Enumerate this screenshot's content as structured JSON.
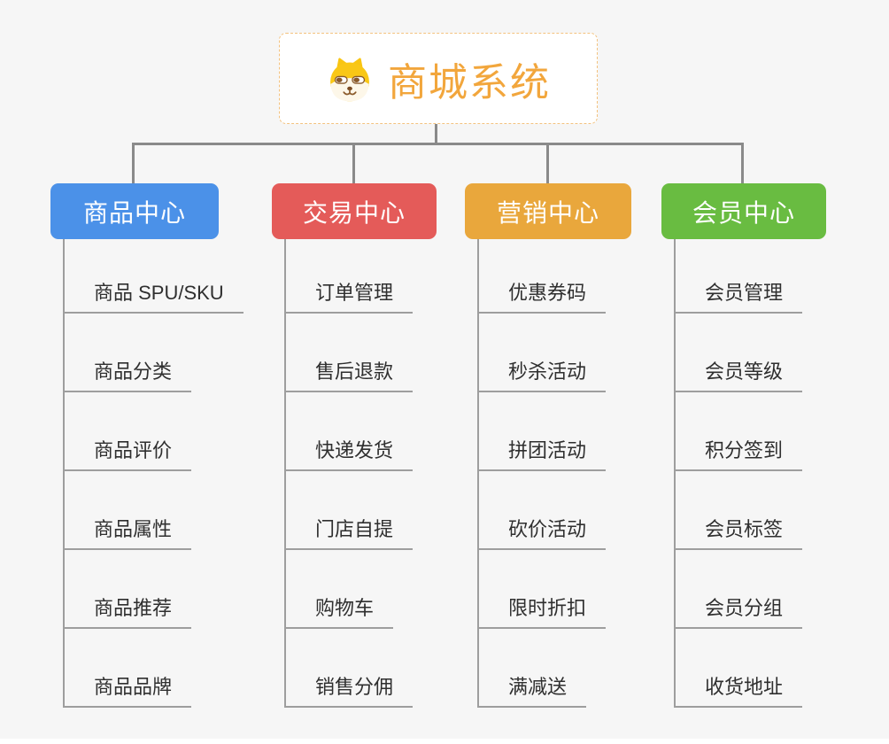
{
  "root": {
    "title": "商城系统",
    "icon": "shiba-dog-icon"
  },
  "branches": [
    {
      "id": "goods",
      "label": "商品中心",
      "color": "#4b91e8",
      "children": [
        "商品 SPU/SKU",
        "商品分类",
        "商品评价",
        "商品属性",
        "商品推荐",
        "商品品牌"
      ]
    },
    {
      "id": "trade",
      "label": "交易中心",
      "color": "#e45b59",
      "children": [
        "订单管理",
        "售后退款",
        "快递发货",
        "门店自提",
        "购物车",
        "销售分佣"
      ]
    },
    {
      "id": "marketing",
      "label": "营销中心",
      "color": "#e9a73c",
      "children": [
        "优惠券码",
        "秒杀活动",
        "拼团活动",
        "砍价活动",
        "限时折扣",
        "满减送"
      ]
    },
    {
      "id": "member",
      "label": "会员中心",
      "color": "#69bc41",
      "children": [
        "会员管理",
        "会员等级",
        "积分签到",
        "会员标签",
        "会员分组",
        "收货地址"
      ]
    }
  ],
  "colors": {
    "background": "#f6f6f6",
    "root_title": "#f2a63c",
    "root_border": "#f3c27f",
    "connector": "#8a8a8a",
    "child_line": "#9e9e9e",
    "child_text": "#2f2f2f"
  }
}
